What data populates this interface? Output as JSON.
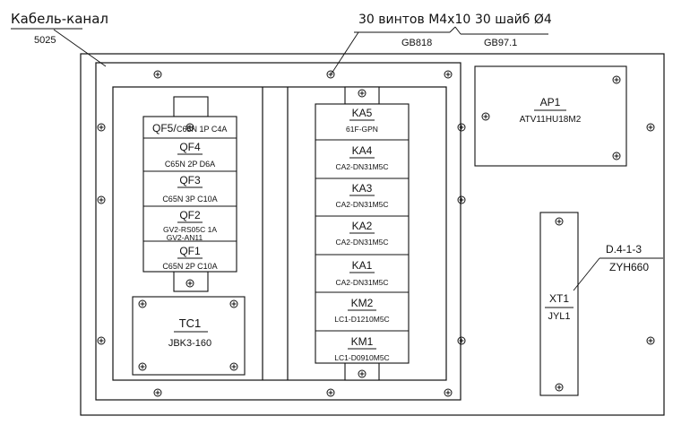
{
  "callouts": {
    "cable_channel": {
      "name": "Кабель-канал",
      "code": "5025"
    },
    "screws": {
      "text": "30 винтов М4х10",
      "code": "GB818"
    },
    "washers": {
      "text": "30 шайб Ø4",
      "code": "GB97.1"
    },
    "terminal_ref": {
      "top": "D.4-1-3",
      "bottom": "ZYH660"
    }
  },
  "breakers": [
    {
      "id": "QF5/",
      "model": "C65N  1P  C4A",
      "inline": true
    },
    {
      "id": "QF4",
      "model": "C65N  2P  D6A"
    },
    {
      "id": "QF3",
      "model": "C65N  3P  C10A"
    },
    {
      "id": "QF2",
      "model": "GV2-RS05C  1A",
      "model2": "GV2-AN11"
    },
    {
      "id": "QF1",
      "model": "C65N  2P  C10A"
    }
  ],
  "transformer": {
    "id": "TC1",
    "model": "JBK3-160"
  },
  "relays": [
    {
      "id": "KA5",
      "model": "61F-GPN"
    },
    {
      "id": "KA4",
      "model": "CA2-DN31M5C"
    },
    {
      "id": "KA3",
      "model": "CA2-DN31M5C"
    },
    {
      "id": "KA2",
      "model": "CA2-DN31M5C"
    },
    {
      "id": "KA1",
      "model": "CA2-DN31M5C"
    },
    {
      "id": "KM2",
      "model": "LC1-D1210M5C"
    },
    {
      "id": "KM1",
      "model": "LC1-D0910M5C"
    }
  ],
  "inverter": {
    "id": "AP1",
    "model": "ATV11HU18M2"
  },
  "terminal": {
    "id": "XT1",
    "model": "JYL1"
  }
}
